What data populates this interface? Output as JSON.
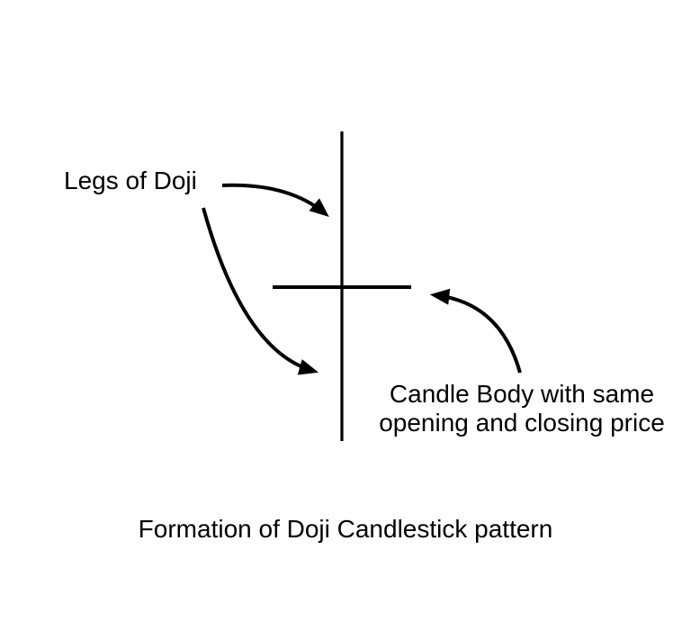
{
  "colors": {
    "ink": "#000000",
    "background": "#ffffff"
  },
  "labels": {
    "legs": "Legs of Doji",
    "body_line1": "Candle Body with same",
    "body_line2": "opening and closing price",
    "caption": "Formation of Doji Candlestick pattern"
  },
  "icons": {
    "arrow_to_upper_leg": "curved-arrow",
    "arrow_to_lower_leg": "curved-arrow",
    "arrow_to_candle_body": "curved-arrow"
  }
}
